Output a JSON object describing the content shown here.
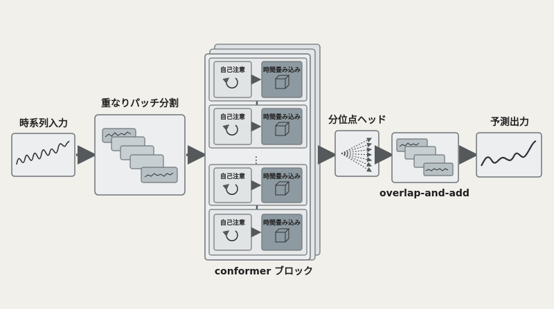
{
  "labels": {
    "input": "時系列入力",
    "patching": "重なりパッチ分割",
    "conformer": "conformer ブロック",
    "head": "分位点ヘッド",
    "overlap_add": "overlap-and-add",
    "output": "予測出力"
  },
  "block": {
    "self_attention": "自己注意",
    "temporal_conv": "時間畳み込み"
  },
  "colors": {
    "background": "#f1f0eb",
    "box_fill": "#eceeef",
    "box_stroke": "#6f7478",
    "dark_tile": "#8e9aa1",
    "arrow": "#55595c"
  }
}
